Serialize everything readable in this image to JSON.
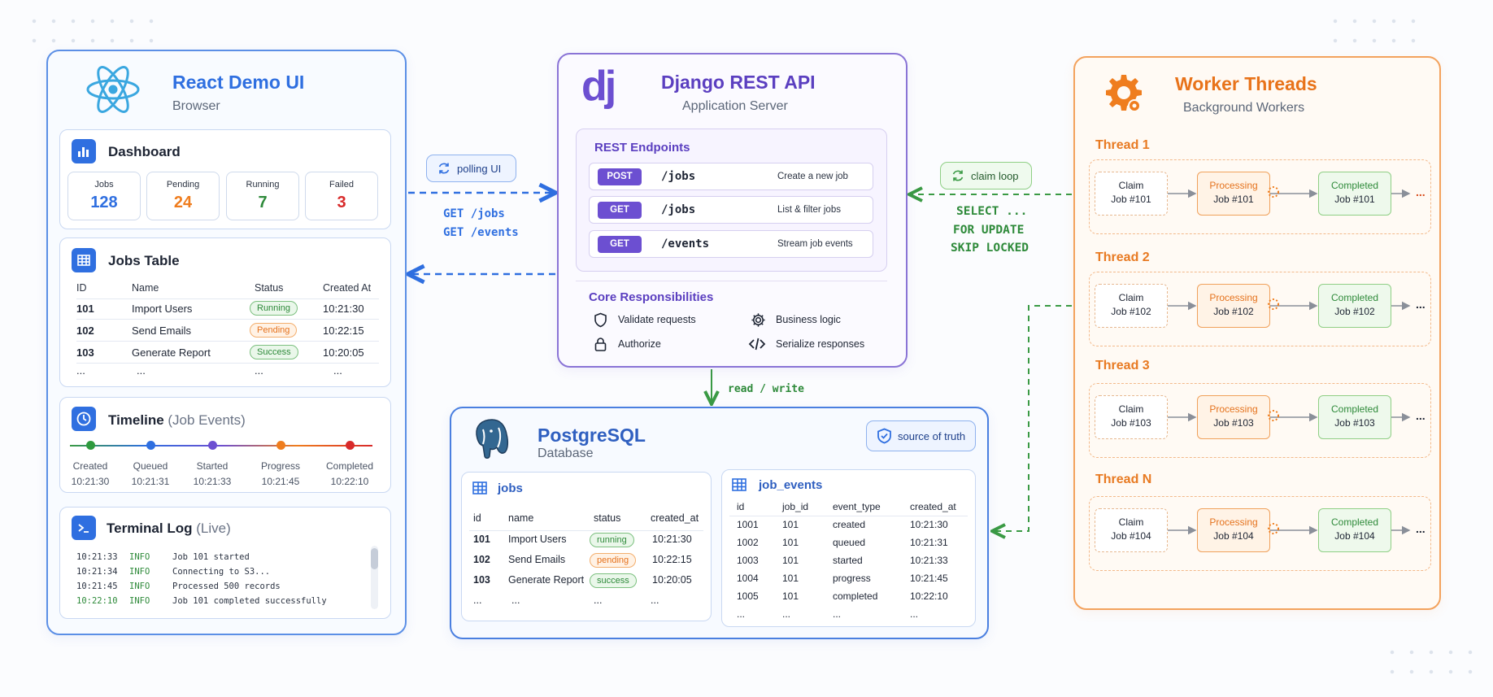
{
  "react": {
    "title": "React Demo UI",
    "subtitle": "Browser",
    "dashboard": {
      "title": "Dashboard",
      "stats": [
        {
          "label": "Jobs",
          "value": "128",
          "color": "#2f6fe0"
        },
        {
          "label": "Pending",
          "value": "24",
          "color": "#ef7d1e"
        },
        {
          "label": "Running",
          "value": "7",
          "color": "#2e8a3a"
        },
        {
          "label": "Failed",
          "value": "3",
          "color": "#d82a2a"
        }
      ]
    },
    "jobs_table": {
      "title": "Jobs Table",
      "headers": [
        "ID",
        "Name",
        "Status",
        "Created At"
      ],
      "rows": [
        {
          "id": "101",
          "name": "Import Users",
          "status": "Running",
          "created": "10:21:30"
        },
        {
          "id": "102",
          "name": "Send Emails",
          "status": "Pending",
          "created": "10:22:15"
        },
        {
          "id": "103",
          "name": "Generate Report",
          "status": "Success",
          "created": "10:20:05"
        },
        {
          "id": "...",
          "name": "...",
          "status": "...",
          "created": "..."
        }
      ]
    },
    "timeline": {
      "title": "Timeline",
      "title_suffix": "(Job Events)",
      "events": [
        {
          "label": "Created",
          "time": "10:21:30",
          "color": "#2e9a3e"
        },
        {
          "label": "Queued",
          "time": "10:21:31",
          "color": "#2f6fe0"
        },
        {
          "label": "Started",
          "time": "10:21:33",
          "color": "#6c4fd1"
        },
        {
          "label": "Progress",
          "time": "10:21:45",
          "color": "#ef7d1e"
        },
        {
          "label": "Completed",
          "time": "10:22:10",
          "color": "#d82a2a"
        }
      ]
    },
    "terminal": {
      "title": "Terminal Log",
      "title_suffix": "(Live)",
      "lines": [
        {
          "time": "10:21:33",
          "level": "INFO",
          "msg": "Job 101 started"
        },
        {
          "time": "10:21:34",
          "level": "INFO",
          "msg": "Connecting to S3..."
        },
        {
          "time": "10:21:45",
          "level": "INFO",
          "msg": "Processed 500 records"
        },
        {
          "time": "10:22:10",
          "level": "INFO",
          "msg": "Job 101 completed successfully"
        }
      ]
    }
  },
  "arrows": {
    "polling_label": "polling UI",
    "get_jobs": "GET /jobs",
    "get_events": "GET /events",
    "claim_loop": "claim loop",
    "sql_1": "SELECT ...",
    "sql_2": "FOR UPDATE",
    "sql_3": "SKIP LOCKED",
    "read_write": "read / write"
  },
  "django": {
    "logo": "dj",
    "title": "Django REST API",
    "subtitle": "Application Server",
    "endpoints_title": "REST Endpoints",
    "endpoints": [
      {
        "method": "POST",
        "path": "/jobs",
        "desc": "Create a new job"
      },
      {
        "method": "GET",
        "path": "/jobs",
        "desc": "List & filter jobs"
      },
      {
        "method": "GET",
        "path": "/events",
        "desc": "Stream job events"
      }
    ],
    "core_title": "Core Responsibilities",
    "core": [
      "Validate requests",
      "Business logic",
      "Authorize",
      "Serialize responses"
    ]
  },
  "postgres": {
    "title": "PostgreSQL",
    "subtitle": "Database",
    "badge": "source of truth",
    "jobs": {
      "title": "jobs",
      "headers": [
        "id",
        "name",
        "status",
        "created_at"
      ],
      "rows": [
        {
          "id": "101",
          "name": "Import Users",
          "status": "running",
          "created": "10:21:30"
        },
        {
          "id": "102",
          "name": "Send Emails",
          "status": "pending",
          "created": "10:22:15"
        },
        {
          "id": "103",
          "name": "Generate Report",
          "status": "success",
          "created": "10:20:05"
        },
        {
          "id": "...",
          "name": "...",
          "status": "...",
          "created": "..."
        }
      ]
    },
    "job_events": {
      "title": "job_events",
      "headers": [
        "id",
        "job_id",
        "event_type",
        "created_at"
      ],
      "rows": [
        {
          "id": "1001",
          "job_id": "101",
          "type": "created",
          "created": "10:21:30"
        },
        {
          "id": "1002",
          "job_id": "101",
          "type": "queued",
          "created": "10:21:31"
        },
        {
          "id": "1003",
          "job_id": "101",
          "type": "started",
          "created": "10:21:33"
        },
        {
          "id": "1004",
          "job_id": "101",
          "type": "progress",
          "created": "10:21:45"
        },
        {
          "id": "1005",
          "job_id": "101",
          "type": "completed",
          "created": "10:22:10"
        },
        {
          "id": "...",
          "job_id": "...",
          "type": "...",
          "created": "..."
        }
      ]
    }
  },
  "workers": {
    "title": "Worker Threads",
    "subtitle": "Background Workers",
    "threads": [
      {
        "name": "Thread 1",
        "job": "Job #101"
      },
      {
        "name": "Thread 2",
        "job": "Job #102"
      },
      {
        "name": "Thread 3",
        "job": "Job #103"
      },
      {
        "name": "Thread N",
        "job": "Job #104"
      }
    ],
    "step_claim": "Claim",
    "step_processing": "Processing",
    "step_completed": "Completed",
    "ellipsis": "..."
  }
}
